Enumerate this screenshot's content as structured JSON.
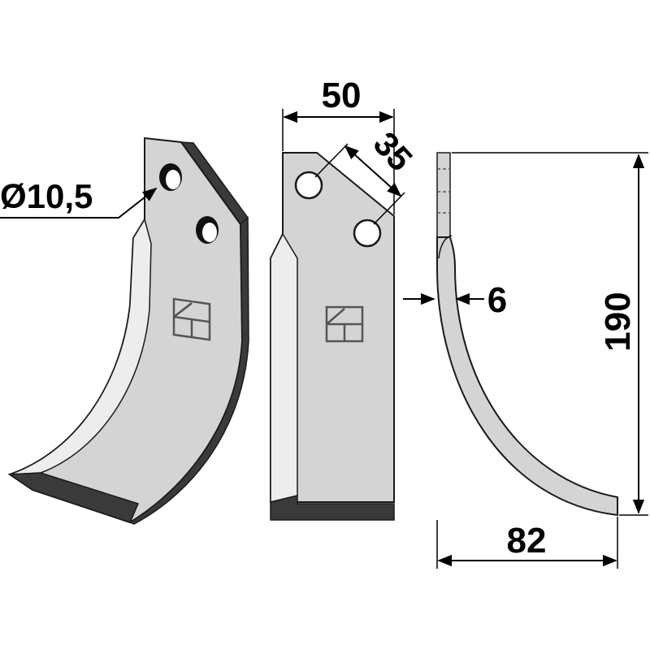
{
  "dimensions": {
    "hole_diameter": "Ø10,5",
    "width": "50",
    "hole_spacing": "35",
    "thickness": "6",
    "height": "190",
    "depth": "82"
  },
  "colors": {
    "blade_face": "#d4d4d4",
    "blade_edge": "#3a3a3a",
    "blade_bevel": "#ededed",
    "outline": "#1a1a1a",
    "dimension_line": "#000000",
    "background": "#ffffff"
  }
}
